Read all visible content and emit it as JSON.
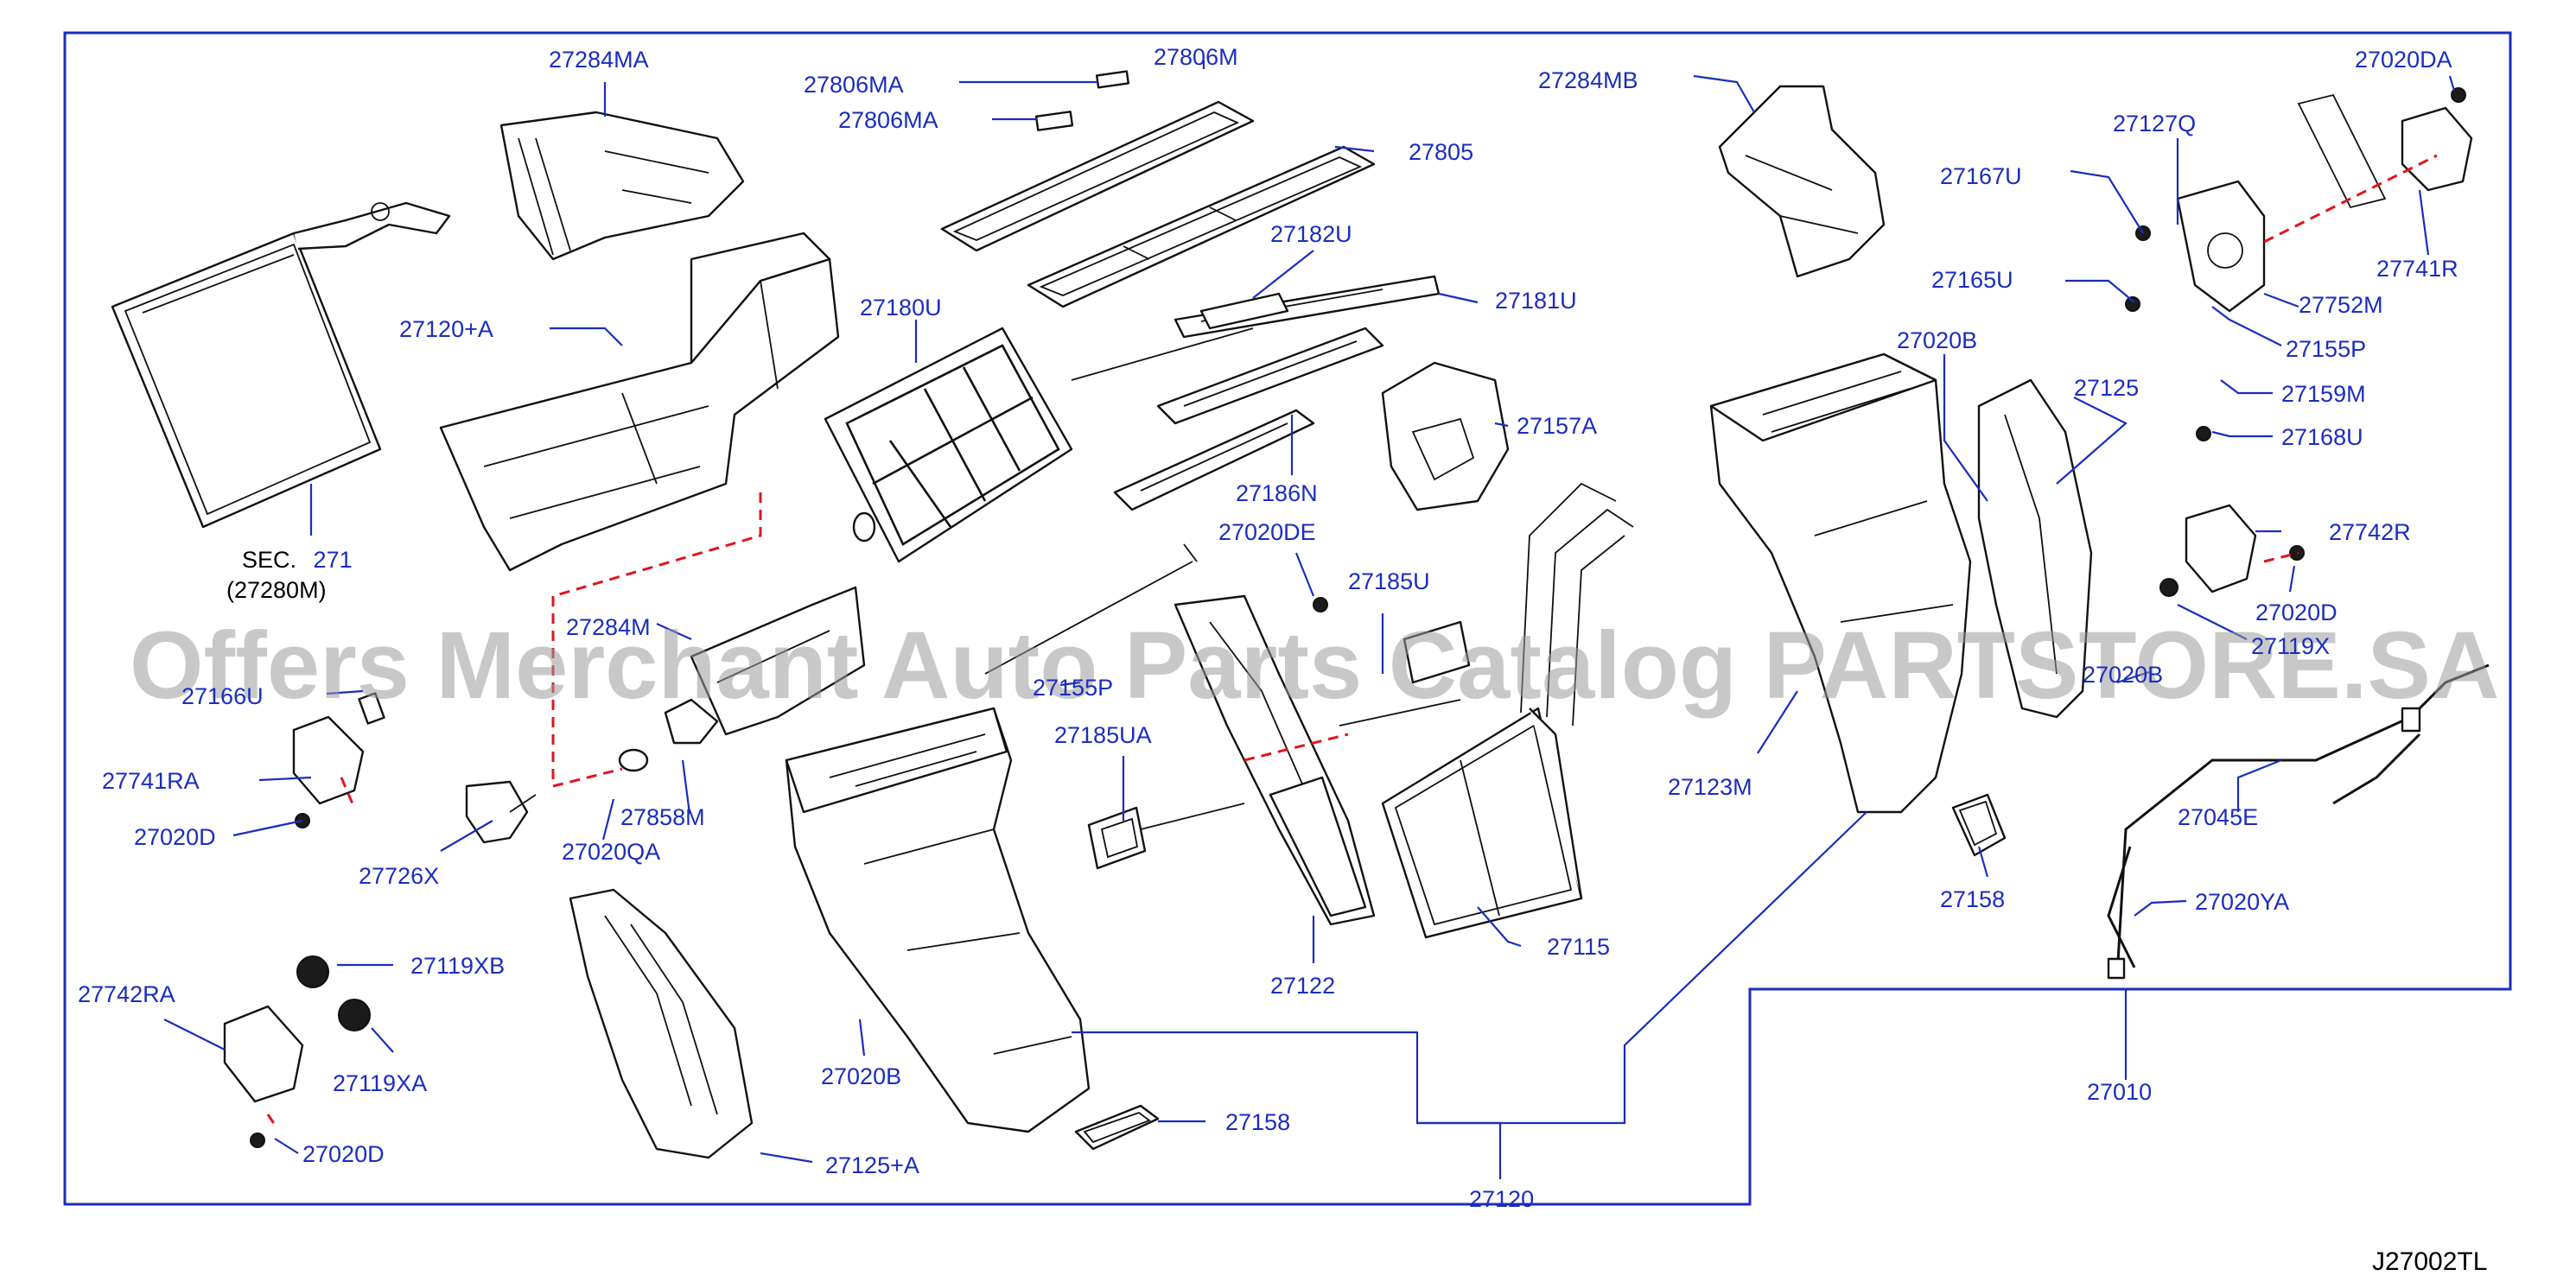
{
  "diagram": {
    "watermark": "Offers Merchant Auto Parts Catalog PARTSTORE.SA",
    "code": "J27002TL",
    "sec": {
      "line1a": "SEC.",
      "line1b": "271",
      "line2": "(27280M)"
    },
    "labels": [
      "27284MA",
      "27806MA",
      "27806M",
      "27806MA",
      "27805",
      "27284MB",
      "27020DA",
      "27127Q",
      "27167U",
      "27741R",
      "27182U",
      "27165U",
      "27752M",
      "27120+A",
      "27180U",
      "27181U",
      "27155P",
      "27020B",
      "27125",
      "27159M",
      "27157A",
      "27168U",
      "27186N",
      "27742R",
      "27020DE",
      "27185U",
      "27284M",
      "27020D",
      "27119X",
      "27166U",
      "27155P",
      "27020B",
      "27123M",
      "27741RA",
      "27858M",
      "27185UA",
      "27045E",
      "27020D",
      "27726X",
      "27020QA",
      "27158",
      "27020YA",
      "27115",
      "27122",
      "27119XB",
      "27742RA",
      "27119XA",
      "27020B",
      "27158",
      "27010",
      "27020D",
      "27125+A",
      "27120"
    ]
  }
}
